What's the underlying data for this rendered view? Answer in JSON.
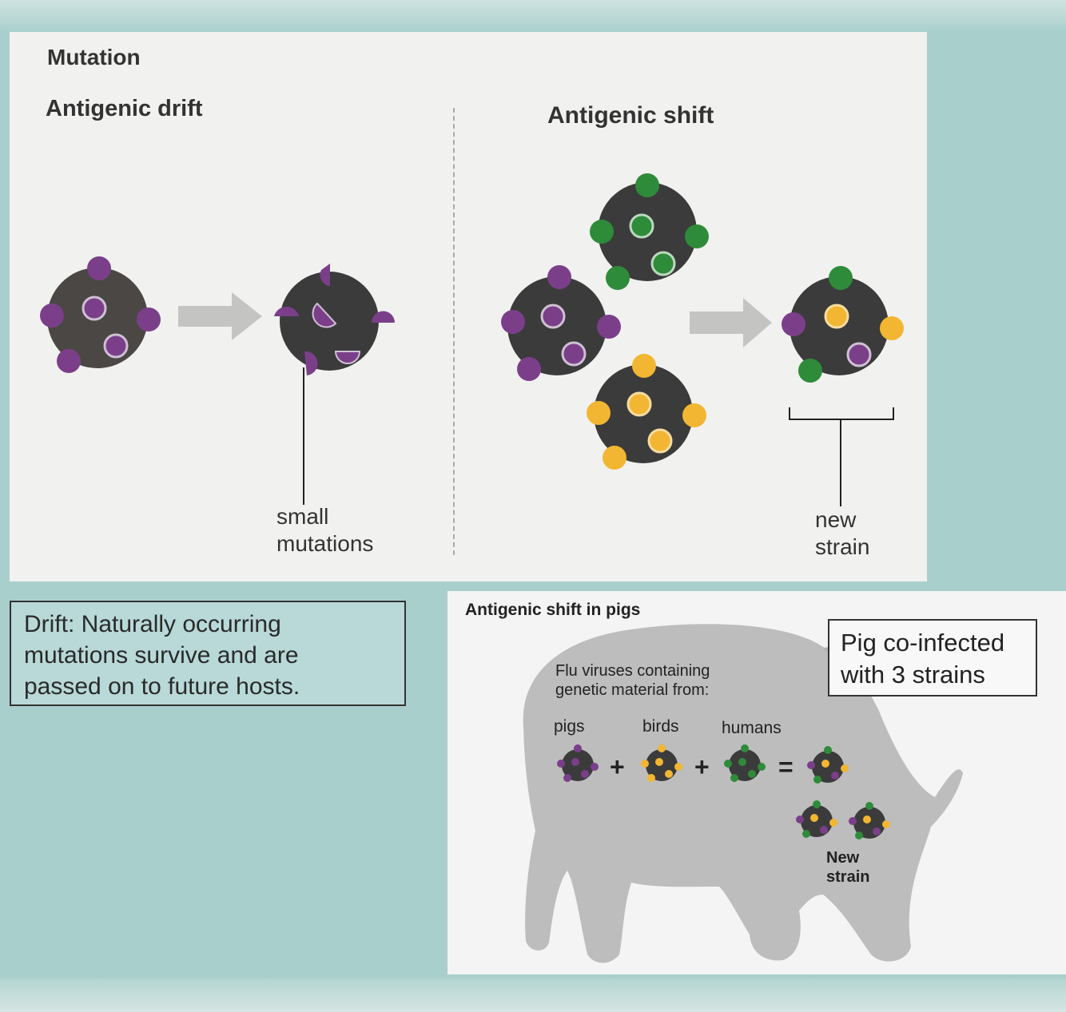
{
  "mutation_heading": "Mutation",
  "drift": {
    "heading": "Antigenic drift",
    "label_line1": "small",
    "label_line2": "mutations"
  },
  "shift": {
    "heading": "Antigenic shift",
    "label_line1": "new",
    "label_line2": "strain"
  },
  "drift_note": {
    "line1": "Drift: Naturally occurring",
    "line2": "mutations survive and are",
    "line3": "passed on to future hosts."
  },
  "pig_panel": {
    "title": "Antigenic shift in pigs",
    "caption_line1": "Flu viruses containing",
    "caption_line2": "genetic material from:",
    "sources": [
      "pigs",
      "birds",
      "humans"
    ],
    "plus": "+",
    "equals": "=",
    "new_strain_line1": "New",
    "new_strain_line2": "strain"
  },
  "coinfected_note": {
    "line1": "Pig co-infected",
    "line2": "with 3 strains"
  },
  "colors": {
    "virus_body": "#3b3b3b",
    "purple": "#7b3f8a",
    "green": "#2e8b3a",
    "yellow": "#f2b632",
    "arrow": "#c4c4c2",
    "pig": "#bdbdbd"
  }
}
